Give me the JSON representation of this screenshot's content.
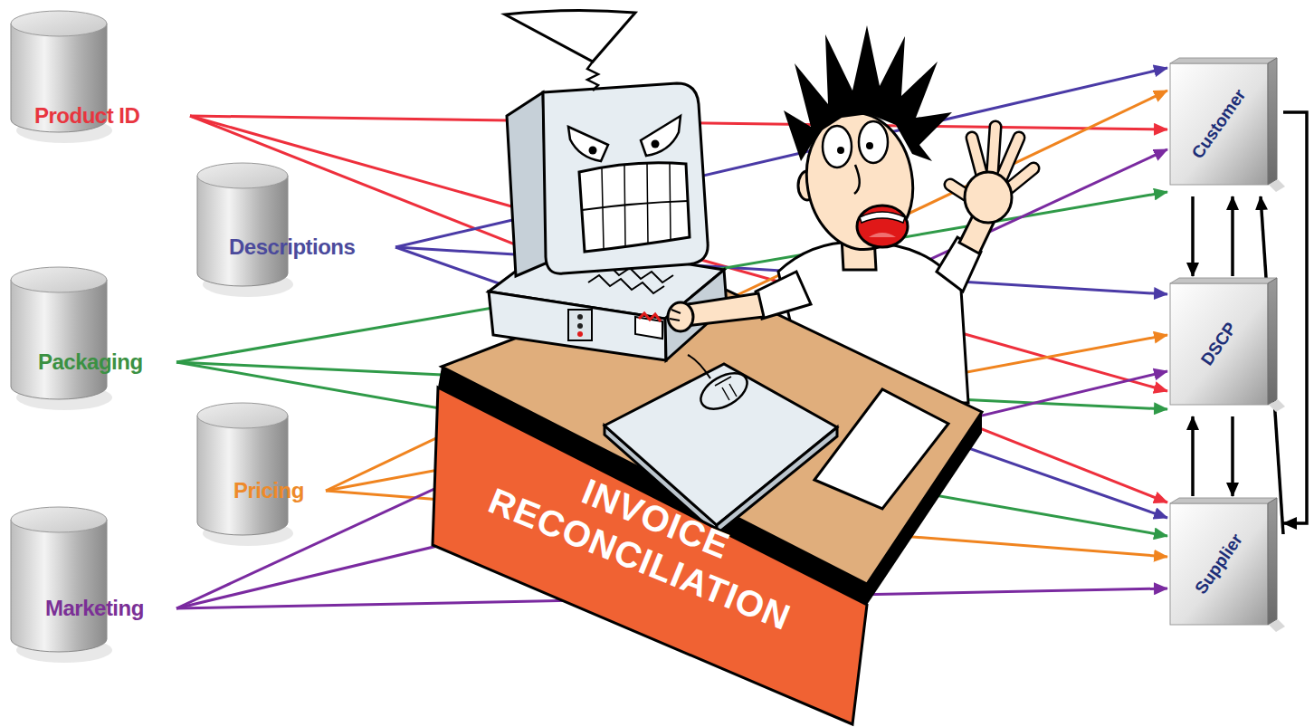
{
  "diagram": {
    "nodes": [
      {
        "text": [
          "Product ID"
        ]
      },
      {
        "text": [
          "Descriptions"
        ]
      },
      {
        "text": [
          "Packaging"
        ]
      },
      {
        "text": [
          "Pricing"
        ]
      },
      {
        "text": [
          "Marketing"
        ]
      },
      {
        "text": [
          "INVOICE RECONCILIATION"
        ]
      },
      {
        "text": [
          "Customer"
        ]
      },
      {
        "text": [
          "DSCP"
        ]
      },
      {
        "text": [
          "Supplier"
        ]
      }
    ],
    "edges": [
      {
        "from": 0,
        "to": 6,
        "arrow": "to"
      },
      {
        "from": 0,
        "to": 7,
        "arrow": "to"
      },
      {
        "from": 0,
        "to": 8,
        "arrow": "to"
      },
      {
        "from": 1,
        "to": 6,
        "arrow": "to"
      },
      {
        "from": 1,
        "to": 7,
        "arrow": "to"
      },
      {
        "from": 1,
        "to": 8,
        "arrow": "to"
      },
      {
        "from": 2,
        "to": 6,
        "arrow": "to"
      },
      {
        "from": 2,
        "to": 7,
        "arrow": "to"
      },
      {
        "from": 2,
        "to": 8,
        "arrow": "to"
      },
      {
        "from": 3,
        "to": 6,
        "arrow": "to"
      },
      {
        "from": 3,
        "to": 7,
        "arrow": "to"
      },
      {
        "from": 3,
        "to": 8,
        "arrow": "to"
      },
      {
        "from": 4,
        "to": 6,
        "arrow": "to"
      },
      {
        "from": 4,
        "to": 7,
        "arrow": "to"
      },
      {
        "from": 4,
        "to": 8,
        "arrow": "to"
      },
      {
        "from": 6,
        "to": 7,
        "arrow": "to"
      },
      {
        "from": 7,
        "to": 6,
        "arrow": "to"
      },
      {
        "from": 7,
        "to": 8,
        "arrow": "to"
      },
      {
        "from": 8,
        "to": 7,
        "arrow": "to"
      },
      {
        "from": 6,
        "to": 8,
        "arrow": "to"
      },
      {
        "from": 8,
        "to": 6,
        "arrow": "to"
      }
    ]
  }
}
